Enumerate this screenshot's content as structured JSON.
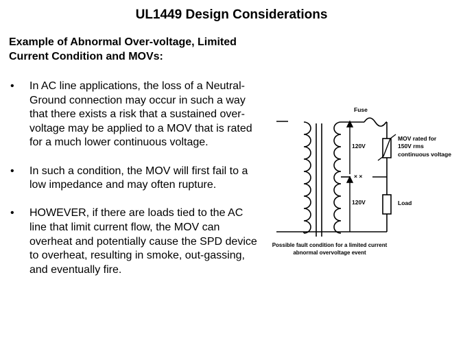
{
  "title": "UL1449 Design Considerations",
  "heading": "Example of Abnormal Over-voltage, Limited Current Condition and MOVs:",
  "bullets": [
    "In AC line applications, the loss of a Neutral-Ground connection may occur in such a way that there exists a risk that a sustained over-voltage may be applied to a MOV that is rated for a much lower continuous voltage.",
    "In such a condition, the MOV will first fail to a low impedance and may often rupture.",
    "HOWEVER, if there are loads tied to the AC line that limit current flow, the MOV can overheat and potentially cause the SPD device to overheat, resulting in smoke, out-gassing, and eventually fire."
  ],
  "diagram": {
    "fuse_label": "Fuse",
    "voltage_top": "120V",
    "voltage_bottom": "120V",
    "mov_label_line1": "MOV rated for",
    "mov_label_line2": "150V rms",
    "mov_label_line3": "continuous voltage",
    "load_label": "Load",
    "break_marks": "× ×",
    "caption_line1": "Possible fault condition for a limited current",
    "caption_line2": "abnormal overvoltage event"
  }
}
